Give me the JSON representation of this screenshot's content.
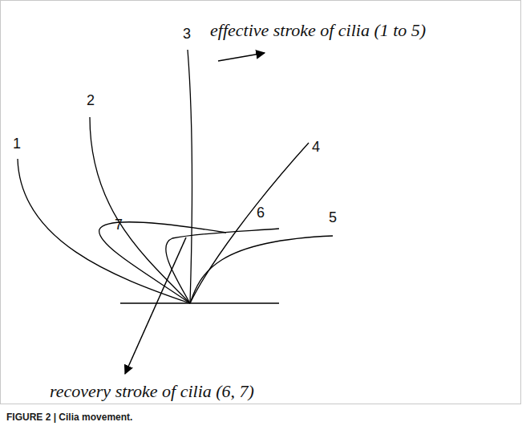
{
  "diagram": {
    "caption": "FIGURE 2 | Cilia movement.",
    "labels": [
      "3",
      "effective stroke of cilia (1 to 5)",
      "2",
      "1",
      "4",
      "7",
      "6",
      "5",
      "recovery stroke of cilia (6, 7)"
    ]
  }
}
